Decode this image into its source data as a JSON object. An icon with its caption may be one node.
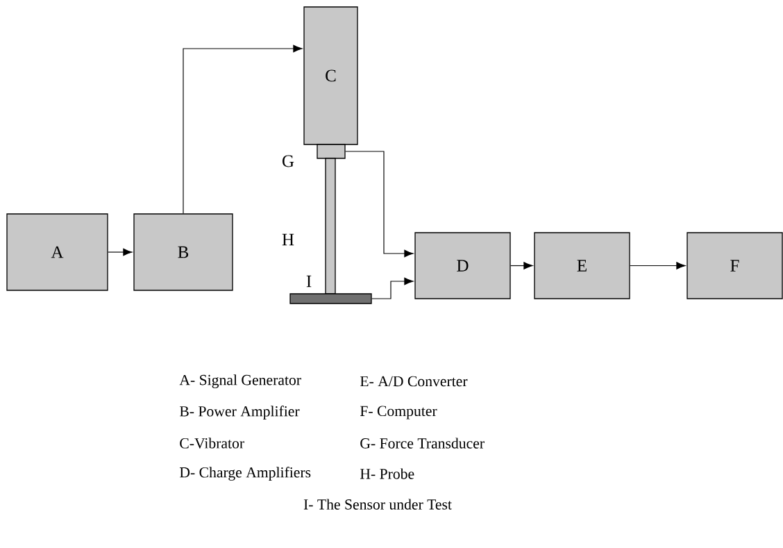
{
  "diagram": {
    "nodes": [
      {
        "text": [
          "A"
        ]
      },
      {
        "text": [
          "B"
        ]
      },
      {
        "text": [
          "C"
        ]
      },
      {
        "text": [
          "G"
        ]
      },
      {
        "text": [
          "H"
        ]
      },
      {
        "text": [
          "I"
        ]
      },
      {
        "text": [
          "D"
        ]
      },
      {
        "text": [
          "E"
        ]
      },
      {
        "text": [
          "F"
        ]
      }
    ],
    "edges": [
      {
        "from": 0,
        "to": 1,
        "arrow": "to"
      },
      {
        "from": 1,
        "to": 2,
        "arrow": "to"
      },
      {
        "from": 3,
        "to": 6,
        "arrow": "to"
      },
      {
        "from": 5,
        "to": 6,
        "arrow": "to"
      },
      {
        "from": 6,
        "to": 7,
        "arrow": "to"
      },
      {
        "from": 7,
        "to": 8,
        "arrow": "to"
      }
    ],
    "labels": [
      "A- Signal Generator",
      "E- A/D Converter",
      "B- Power Amplifier",
      "F- Computer",
      "C-Vibrator",
      "G- Force Transducer",
      "D- Charge Amplifiers",
      "H- Probe",
      "I- The Sensor under Test"
    ]
  }
}
